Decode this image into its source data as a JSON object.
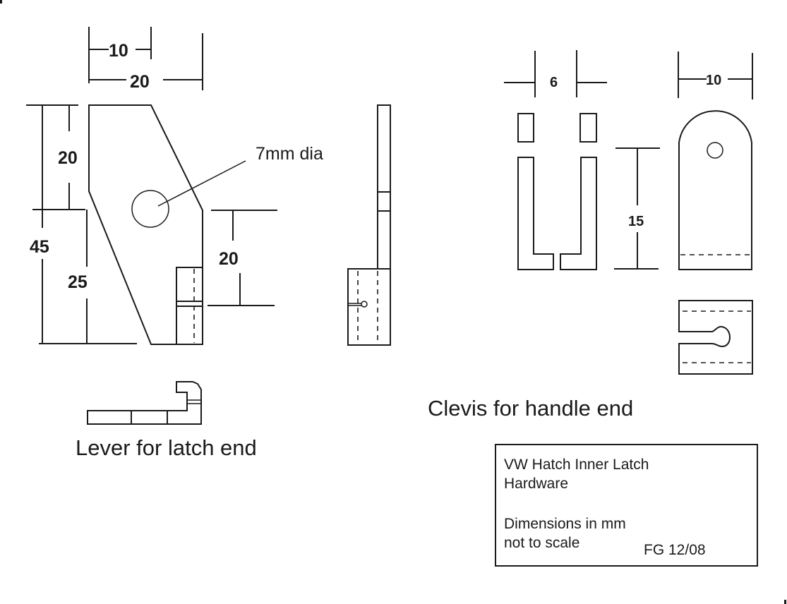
{
  "drawing": {
    "title_block": {
      "line1": "VW Hatch Inner Latch",
      "line2": "Hardware",
      "line3": "Dimensions in mm",
      "line4": "not to scale",
      "author_date": "FG 12/08"
    },
    "lever": {
      "caption": "Lever for latch end",
      "hole_note": "7mm dia",
      "dimensions": {
        "top_inner_width": "10",
        "overall_width": "20",
        "upper_height": "20",
        "overall_height": "45",
        "lower_height": "25",
        "hole_to_tab": "20"
      }
    },
    "clevis": {
      "caption": "Clevis for handle end",
      "dimensions": {
        "gap_width": "6",
        "tab_width": "10",
        "height": "15"
      }
    }
  }
}
